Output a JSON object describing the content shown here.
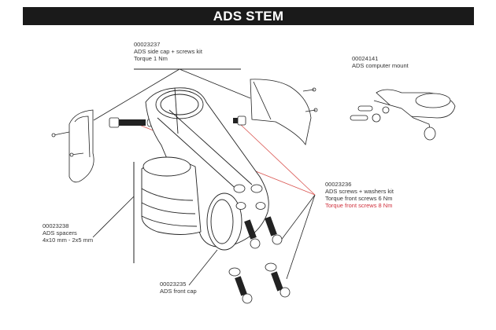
{
  "header": {
    "title": "ADS STEM"
  },
  "labels": {
    "side_cap": {
      "code": "00023237",
      "name": "ADS side cap + screws kit",
      "torque": "Torque 1 Nm"
    },
    "computer_mount": {
      "code": "00024141",
      "name": "ADS computer mount"
    },
    "screws_washers": {
      "code": "00023236",
      "name": "ADS screws + washers kit",
      "torque": "Torque front screws 6 Nm",
      "torque_alt": "Torque front screws 8 Nm"
    },
    "spacers": {
      "code": "00023238",
      "name": "ADS spacers",
      "sizes": "4x10 mm - 2x5 mm"
    },
    "front_cap": {
      "code": "00023235",
      "name": "ADS front cap"
    }
  },
  "colors": {
    "title_bg": "#1a1a1a",
    "title_text": "#ffffff",
    "label_text": "#333333",
    "highlight_red": "#d0313d",
    "leader_red": "#d9534f"
  }
}
